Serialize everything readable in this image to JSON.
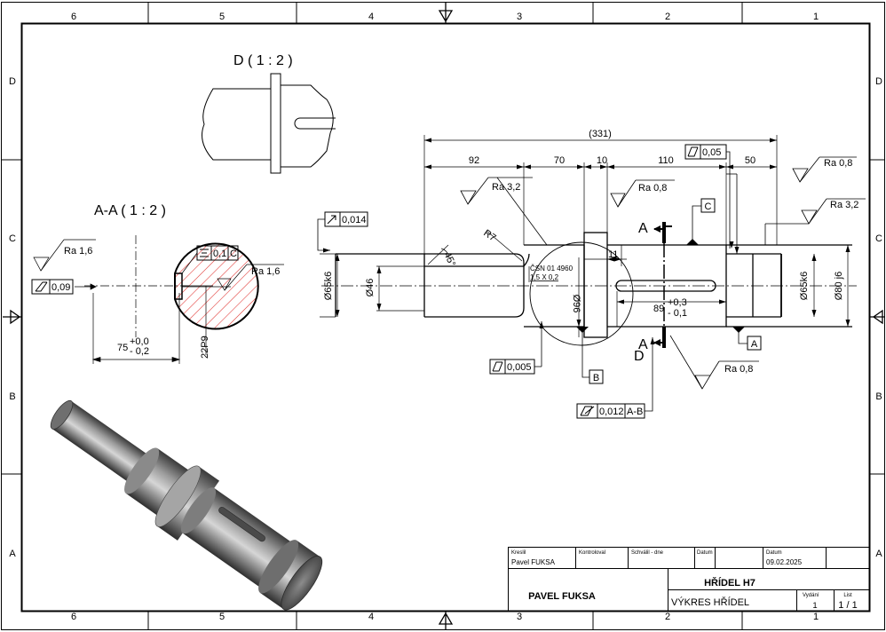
{
  "zones": {
    "columns": [
      "6",
      "5",
      "4",
      "3",
      "2",
      "1"
    ],
    "rows": [
      "D",
      "C",
      "B",
      "A"
    ]
  },
  "views": {
    "detail_title": "D ( 1 : 2 )",
    "section_title": "A-A ( 1 : 2 )",
    "section_marker": "A",
    "detail_marker": "D"
  },
  "section_view": {
    "ra_left": "Ra 1,6",
    "ra_right": "Ra 1,6",
    "flatness_tol": "0,09",
    "symmetry_tol": "0,1",
    "symmetry_ref": "C",
    "dim_width": "75",
    "dim_width_upper": "+0,0",
    "dim_width_lower": "- 0,2",
    "keyway": "22P9"
  },
  "main_view": {
    "dim_total": "(331)",
    "dim_92": "92",
    "dim_70": "70",
    "dim_10": "10",
    "dim_110": "110",
    "dim_50": "50",
    "dim_11": "11",
    "dim_89": "89",
    "tol_89_upper": "+0,3",
    "tol_89_lower": "- 0,1",
    "chamfer": "45°",
    "radius": "R7",
    "csn_1": "ČSN 01 4960",
    "csn_2": "1,5 X 0,2",
    "dia_65_left": "Ø65k6",
    "dia_46": "Ø46",
    "dia_96": "Ø96",
    "dia_65_right": "Ø65k6",
    "dia_80": "Ø80 j6",
    "ra_32_left": "Ra 3,2",
    "ra_08_mid": "Ra 0,8",
    "ra_08_right": "Ra 0,8",
    "ra_32_right": "Ra 3,2",
    "ra_08_bottom": "Ra 0,8",
    "runout_left": "0,014",
    "runout_flange": "0,005",
    "runout_top": "0,05",
    "runout_bottom": "0,012",
    "runout_bottom_ref": "A-B",
    "datum_a": "A",
    "datum_b": "B",
    "datum_c": "C"
  },
  "title_block": {
    "drawn_label": "Kreslil",
    "drawn_value": "Pavel  FUKSA",
    "checked_label": "Kontroloval",
    "approved_label": "Schválil - dne",
    "date_label_1": "Datum",
    "date_label_2": "Datum",
    "date_value": "09.02.2025",
    "author": "PAVEL FUKSA",
    "part_name": "HŘÍDEL H7",
    "drawing_name": "VÝKRES HŘÍDEL",
    "edition_label": "Vydání",
    "edition_value": "1",
    "sheet_label": "List",
    "sheet_value": "1 / 1"
  }
}
